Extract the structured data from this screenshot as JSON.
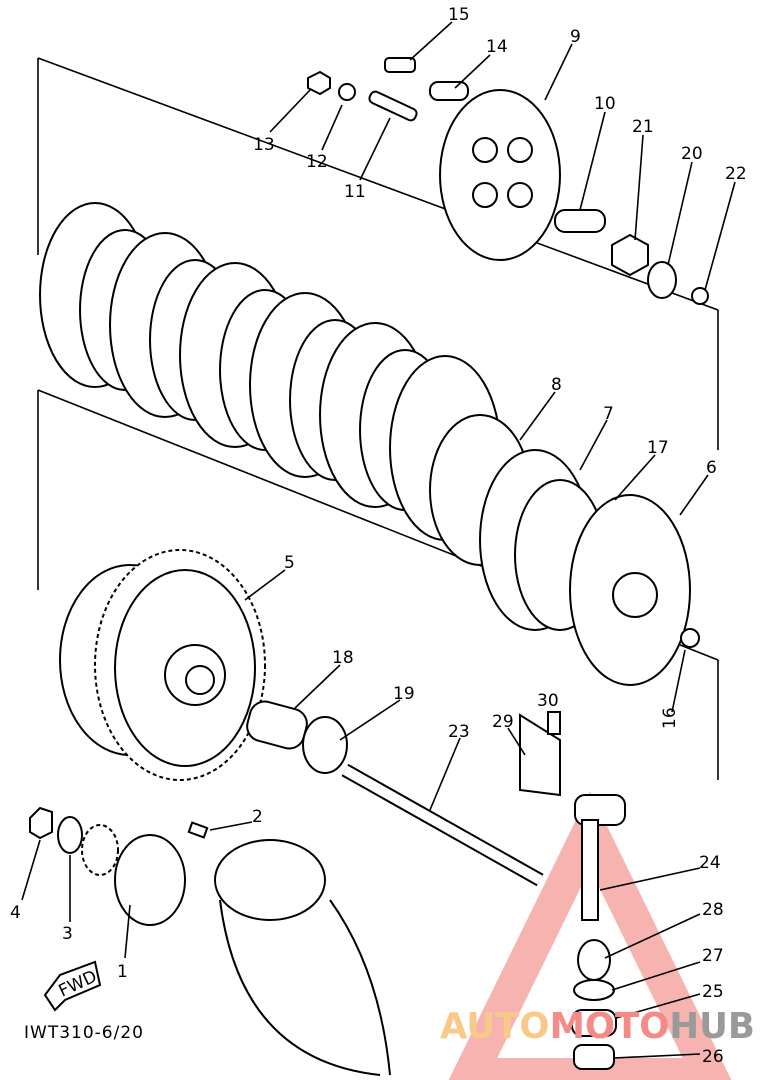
{
  "diagram": {
    "title": "Clutch exploded parts diagram",
    "code": "IWT310-6/20",
    "direction_label": "FWD",
    "watermark": {
      "part1": "AUTO",
      "part2": "MOTO",
      "part3": "HUB",
      "colors": {
        "auto": "#f9c98a",
        "moto": "#f48b86",
        "hub": "#9a9a9a",
        "triangle": "#f39a94"
      }
    },
    "part_labels": {
      "p1": "1",
      "p2": "2",
      "p3": "3",
      "p4": "4",
      "p5": "5",
      "p6": "6",
      "p7": "7",
      "p8": "8",
      "p9": "9",
      "p10": "10",
      "p11": "11",
      "p12": "12",
      "p13": "13",
      "p14": "14",
      "p15": "15",
      "p16": "16",
      "p17": "17",
      "p18": "18",
      "p19": "19",
      "p20": "20",
      "p21": "21",
      "p22": "22",
      "p23": "23",
      "p24": "24",
      "p25": "25",
      "p26": "26",
      "p27": "27",
      "p28": "28",
      "p29": "29",
      "p30": "30"
    }
  }
}
